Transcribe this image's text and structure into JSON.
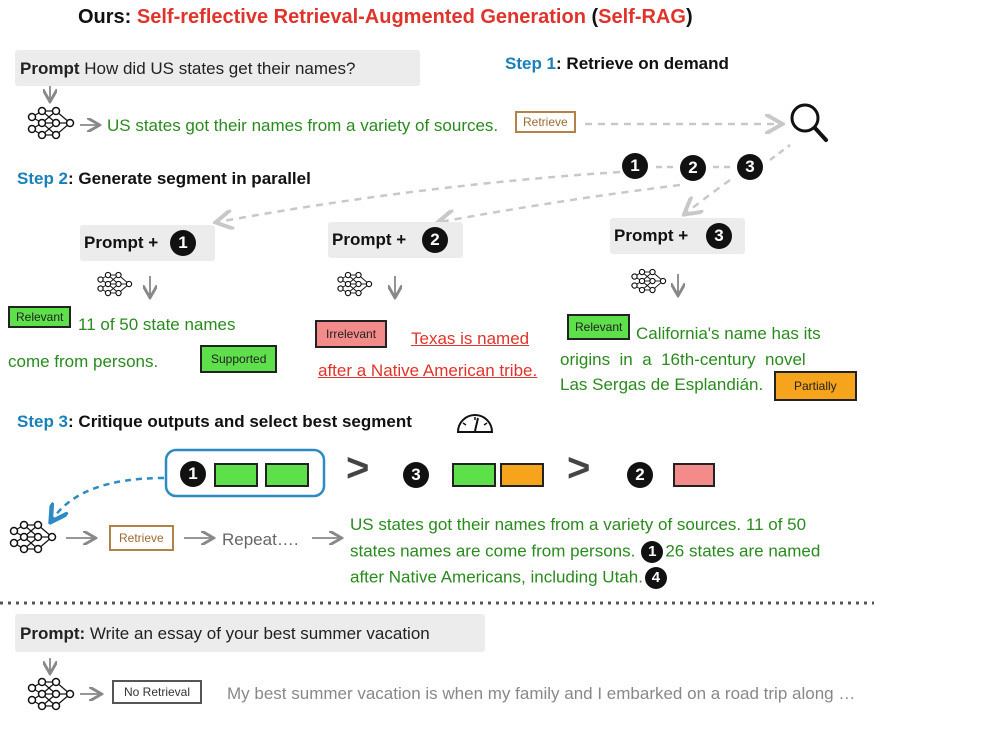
{
  "title": {
    "prefix": "Ours: ",
    "main": "Self-reflective Retrieval-Augmented Generation",
    "open": " (",
    "abbr": "Self-RAG",
    "close": ")"
  },
  "top_prompt": {
    "label": "Prompt",
    "text": "How did US states get their names?"
  },
  "initial_output": "US states got their names from a variety of sources.",
  "retrieve_tag": "Retrieve",
  "step1": {
    "num": "Step 1",
    "text": ": Retrieve on demand"
  },
  "step2": {
    "num": "Step 2",
    "text": ": Generate segment in parallel"
  },
  "step3": {
    "num": "Step 3",
    "text": ": Critique outputs and select best segment"
  },
  "doc_numbers": [
    "1",
    "2",
    "3",
    "4"
  ],
  "prompt_plus": "Prompt +",
  "seg1": {
    "tag1": "Relevant",
    "line1": "11 of 50 state names",
    "line2": "come from persons.",
    "tag2": "Supported"
  },
  "seg2": {
    "tag1": "Irrelevant",
    "line1": "Texas is named",
    "line2": "after a Native American tribe."
  },
  "seg3": {
    "tag1": "Relevant",
    "line1": "California's name has its",
    "line2": "origins  in  a  16th-century  novel",
    "line3": "Las Sergas de Esplandián.",
    "tag2": "Partially"
  },
  "ranking": {
    "gt": ">"
  },
  "repeat_text": "Repeat….",
  "final_output": {
    "line1": "US states got their names from a variety of sources. 11 of 50",
    "line2": "states names are come from persons.",
    "line2b": "26 states are named",
    "line3": "after Native Americans, including Utah."
  },
  "bottom_prompt": {
    "label": "Prompt:",
    "text": "Write an essay of your best summer vacation"
  },
  "no_retrieval_tag": "No Retrieval",
  "bottom_output": "My best summer vacation is when my family and I embarked on a road trip along …",
  "colors": {
    "accent_red": "#e0332b",
    "step_blue": "#1a80bb",
    "text_green": "#2a8a1f",
    "relevant_green": "#5ee04a",
    "partial_orange": "#f5a41c",
    "irrelevant_pink": "#f48b8b"
  }
}
